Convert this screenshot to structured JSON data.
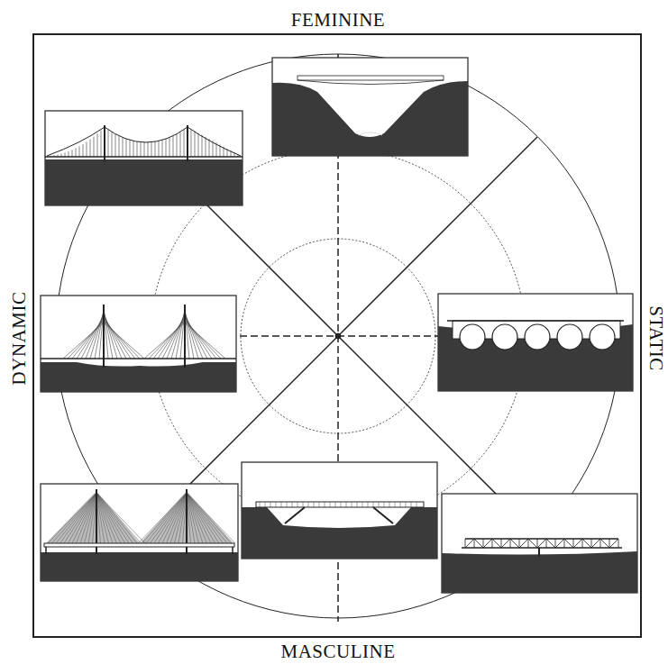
{
  "diagram": {
    "labels": [
      "FEMININE",
      "DYNAMIC",
      "STATIC",
      "MASCULINE"
    ]
  }
}
